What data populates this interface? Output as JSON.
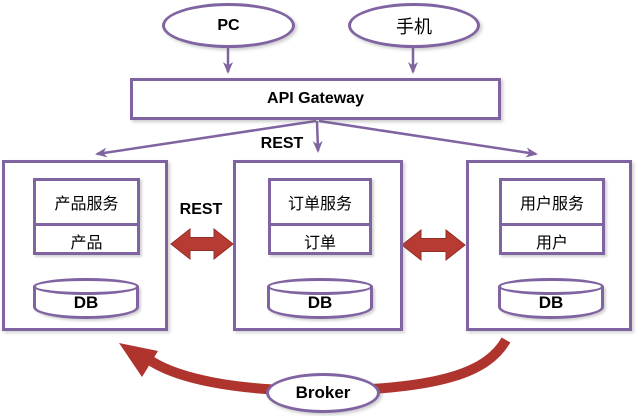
{
  "diagram": {
    "clients": [
      {
        "label": "PC"
      },
      {
        "label": "手机"
      }
    ],
    "gateway": {
      "label": "API Gateway"
    },
    "rest_labels": {
      "gateway_to_services": "REST",
      "between_services": "REST"
    },
    "services": [
      {
        "name": "产品服务",
        "entity": "产品",
        "db": "DB"
      },
      {
        "name": "订单服务",
        "entity": "订单",
        "db": "DB"
      },
      {
        "name": "用户服务",
        "entity": "用户",
        "db": "DB"
      }
    ],
    "broker": {
      "label": "Broker"
    },
    "colors": {
      "purple": "#8064A2",
      "red": "#B5372F",
      "text": "#000000",
      "background": "#FFFFFF"
    }
  }
}
